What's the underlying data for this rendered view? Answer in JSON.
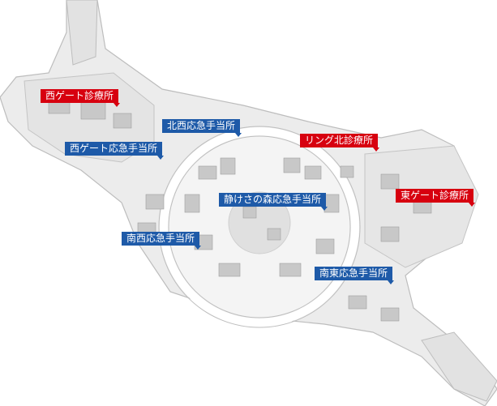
{
  "colors": {
    "clinic": "#d7000f",
    "first_aid": "#1e5aa8",
    "ground": "#ececec",
    "building": "#c8c8c8",
    "ring": "#ffffff"
  },
  "clinics": [
    {
      "id": "west-gate-clinic",
      "label": "西ゲート診療所"
    },
    {
      "id": "ring-north-clinic",
      "label": "リング北診療所"
    },
    {
      "id": "east-gate-clinic",
      "label": "東ゲート診療所"
    }
  ],
  "first_aid_stations": [
    {
      "id": "northwest-first-aid",
      "label": "北西応急手当所"
    },
    {
      "id": "west-gate-first-aid",
      "label": "西ゲート応急手当所"
    },
    {
      "id": "forest-of-tranquility-first-aid",
      "label": "静けさの森応急手当所"
    },
    {
      "id": "southwest-first-aid",
      "label": "南西応急手当所"
    },
    {
      "id": "southeast-first-aid",
      "label": "南東応急手当所"
    }
  ]
}
